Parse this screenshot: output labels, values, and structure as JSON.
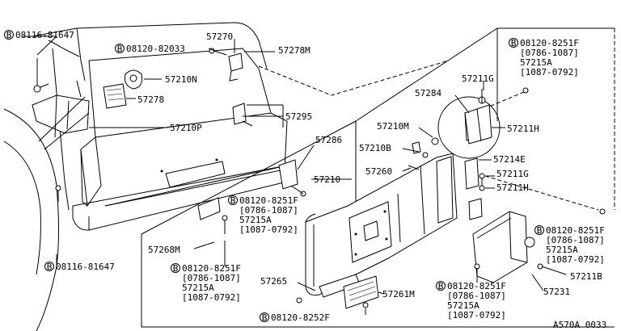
{
  "diagram_code": "A570A 0033",
  "callouts": [
    {
      "id": "bolt-08116-81647-top",
      "symbol": "B",
      "text": "08116-81647"
    },
    {
      "id": "bolt-08120-82033",
      "symbol": "B",
      "text": "08120-82033"
    },
    {
      "id": "part-57270",
      "text": "57270"
    },
    {
      "id": "part-57278M",
      "text": "57278M"
    },
    {
      "id": "part-57210N",
      "text": "57210N"
    },
    {
      "id": "part-57278",
      "text": "57278"
    },
    {
      "id": "part-57295",
      "text": "57295"
    },
    {
      "id": "part-57210P",
      "text": "57210P"
    },
    {
      "id": "part-57286",
      "text": "57286"
    },
    {
      "id": "part-57210",
      "text": "57210"
    },
    {
      "id": "part-57284",
      "text": "57284"
    },
    {
      "id": "part-57211G-top",
      "text": "57211G"
    },
    {
      "id": "part-57211H-top",
      "text": "57211H"
    },
    {
      "id": "part-57210M",
      "text": "57210M"
    },
    {
      "id": "part-57210B",
      "text": "57210B"
    },
    {
      "id": "part-57260",
      "text": "57260"
    },
    {
      "id": "part-57214E",
      "text": "57214E"
    },
    {
      "id": "part-57211G-mid",
      "text": "57211G"
    },
    {
      "id": "part-57211H-mid",
      "text": "57211H"
    },
    {
      "id": "part-57268M",
      "text": "57268M"
    },
    {
      "id": "part-57265",
      "text": "57265"
    },
    {
      "id": "part-57261M",
      "text": "57261M"
    },
    {
      "id": "part-57211B",
      "text": "57211B"
    },
    {
      "id": "part-57231",
      "text": "57231"
    },
    {
      "id": "bolt-08116-81647-bottom",
      "symbol": "B",
      "text": "08116-81647"
    },
    {
      "id": "bolt-08120-8252F",
      "symbol": "B",
      "text": "08120-8252F"
    }
  ],
  "callout_blocks": [
    {
      "id": "block-top-right",
      "symbol": "B",
      "lines": [
        "08120-8251F",
        "[0786-1087]",
        "57215A",
        "[1087-0792]"
      ]
    },
    {
      "id": "block-center",
      "symbol": "B",
      "lines": [
        "08120-8251F",
        "[0786-1087]",
        "57215A",
        "[1087-0792]"
      ]
    },
    {
      "id": "block-lower-left",
      "symbol": "B",
      "lines": [
        "08120-8251F",
        "[0786-1087]",
        "57215A",
        "[1087-0792]"
      ]
    },
    {
      "id": "block-right",
      "symbol": "B",
      "lines": [
        "08120-8251F",
        "[0786-1087]",
        "57215A",
        "[1087-0792]"
      ]
    },
    {
      "id": "block-bottom-center",
      "symbol": "B",
      "lines": [
        "08120-8251F",
        "[0786-1087]",
        "57215A",
        "[1087-0792]"
      ]
    }
  ]
}
